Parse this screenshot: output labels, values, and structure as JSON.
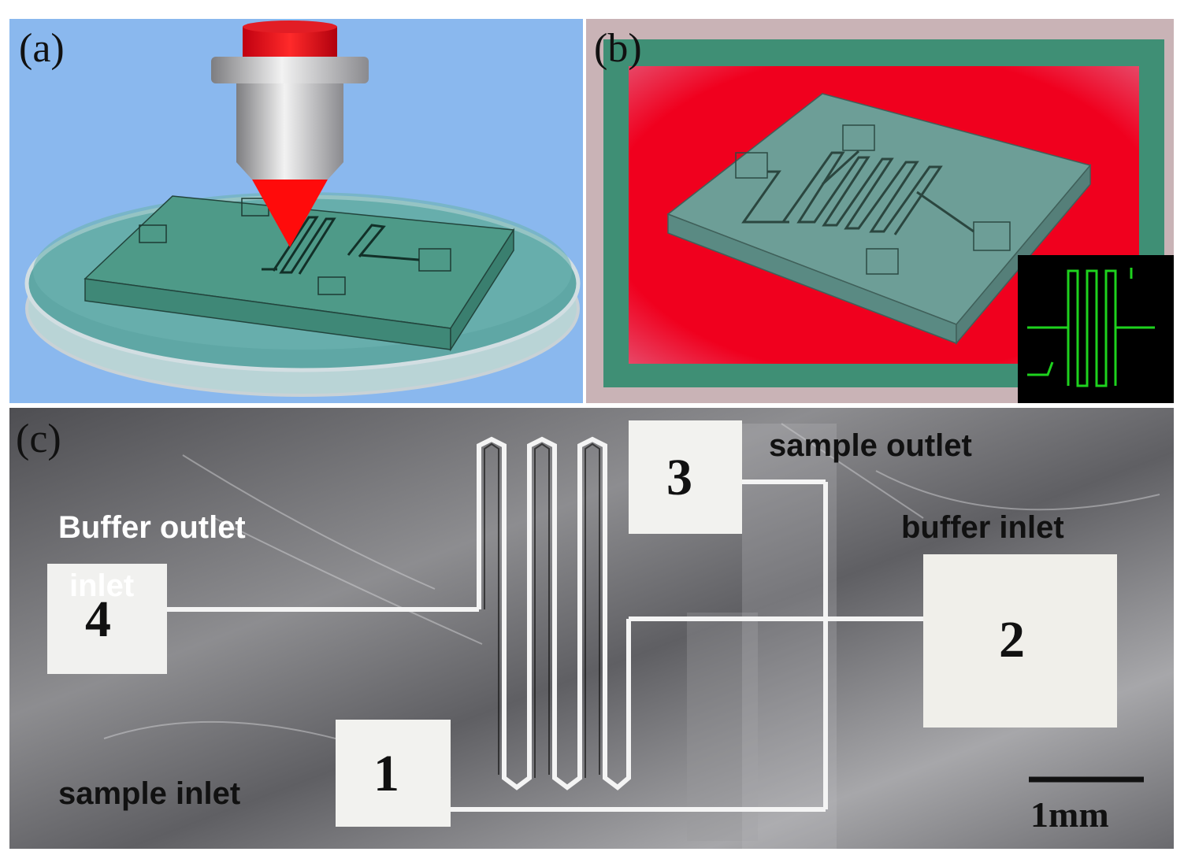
{
  "panels": {
    "a": {
      "label": "(a)"
    },
    "b": {
      "label": "(b)"
    },
    "c": {
      "label": "(c)",
      "ports": [
        {
          "number": "1"
        },
        {
          "number": "2"
        },
        {
          "number": "3"
        },
        {
          "number": "4"
        }
      ],
      "annotations": {
        "sample_outlet": "sample outlet",
        "buffer_outlet": "Buffer outlet",
        "inlet": "inlet",
        "buffer_inlet": "buffer inlet",
        "sample_inlet": "sample inlet"
      },
      "scale_bar": "1mm"
    }
  }
}
